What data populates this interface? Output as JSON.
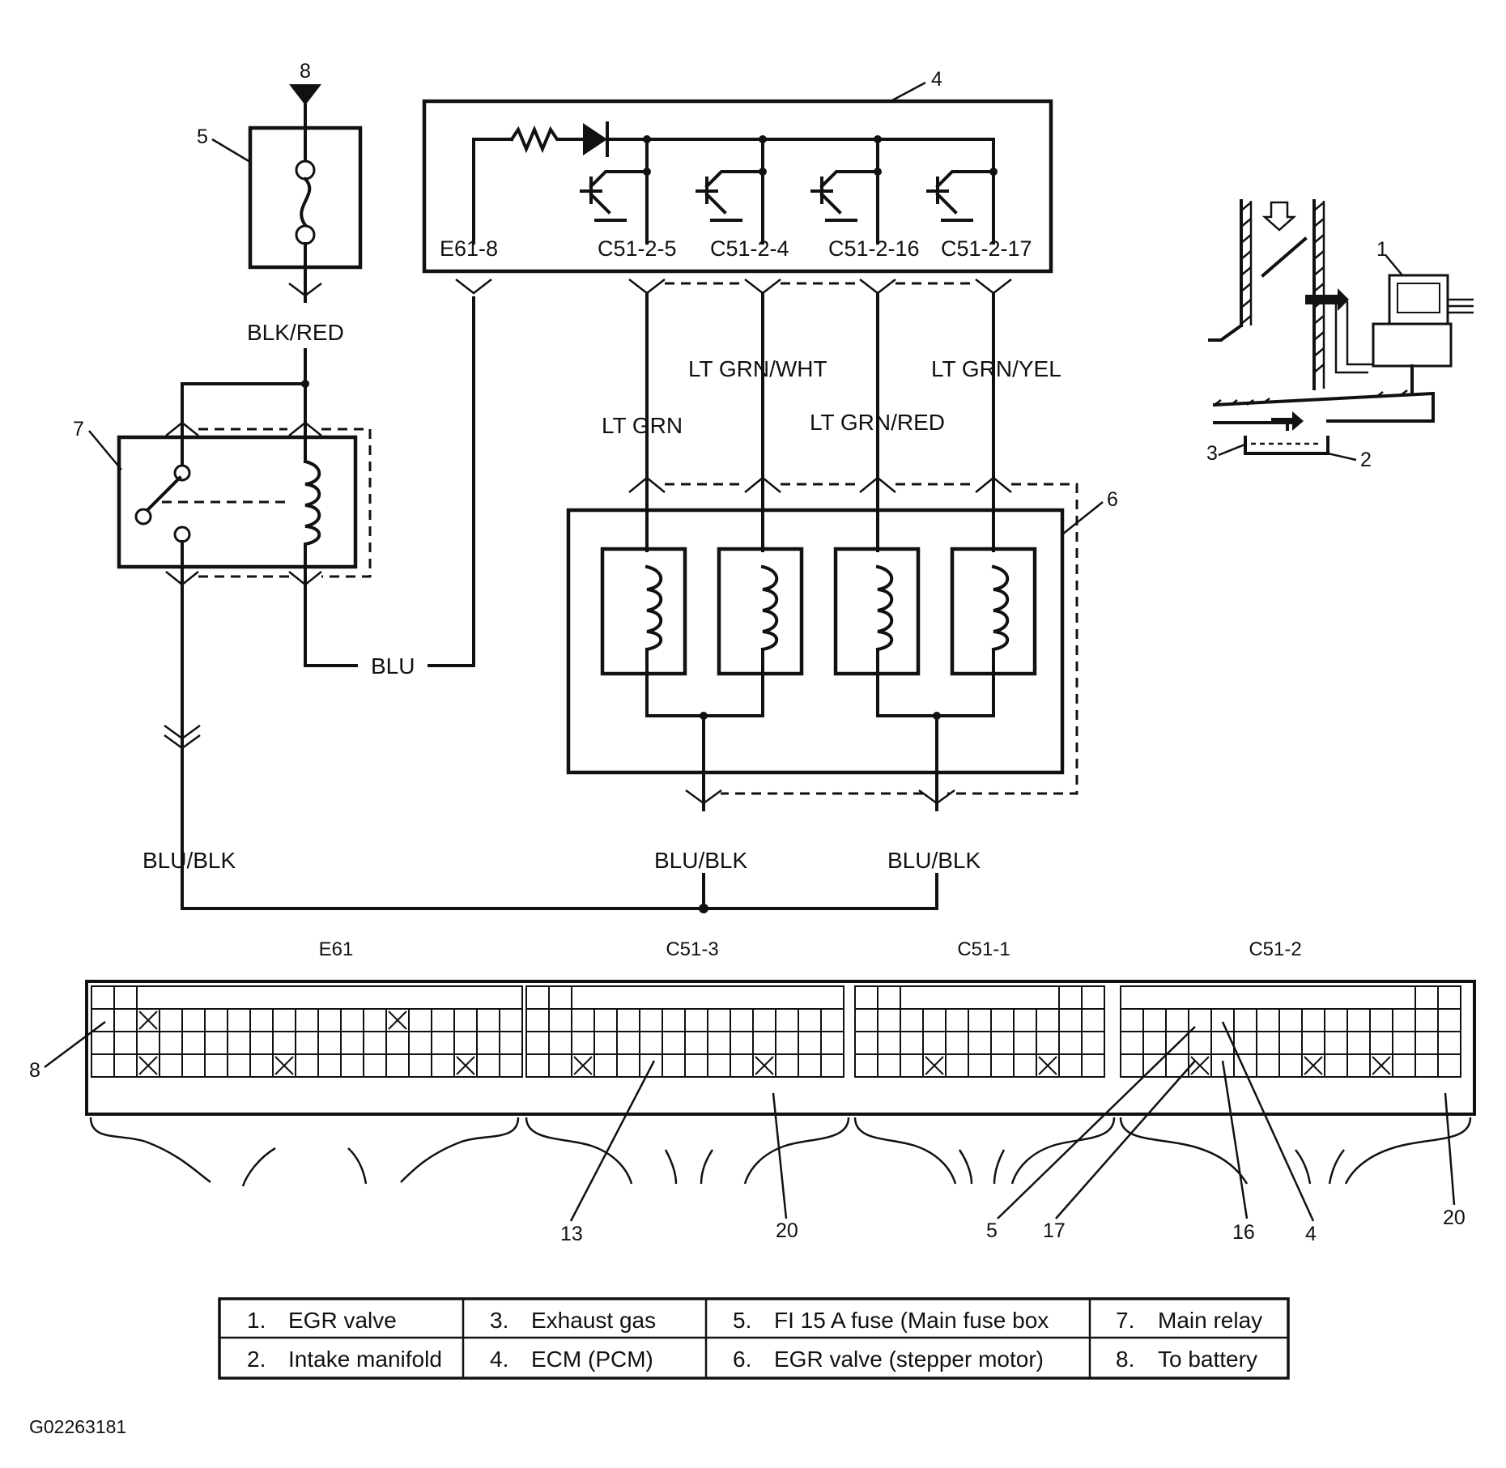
{
  "wires": {
    "blk_red": "BLK/RED",
    "blu": "BLU",
    "blu_blk_left": "BLU/BLK",
    "blu_blk_mid": "BLU/BLK",
    "blu_blk_right": "BLU/BLK",
    "lt_grn": "LT GRN",
    "lt_grn_wht": "LT GRN/WHT",
    "lt_grn_red": "LT GRN/RED",
    "lt_grn_yel": "LT GRN/YEL"
  },
  "ecm_pins": [
    "E61-8",
    "C51-2-5",
    "C51-2-4",
    "C51-2-16",
    "C51-2-17"
  ],
  "connectors": [
    "E61",
    "C51-3",
    "C51-1",
    "C51-2"
  ],
  "callouts": {
    "c8_top": "8",
    "c5": "5",
    "c4": "4",
    "c7": "7",
    "c6": "6",
    "c1": "1",
    "c2": "2",
    "c3": "3",
    "pin8": "8",
    "pin13": "13",
    "pin20a": "20",
    "pin5": "5",
    "pin17": "17",
    "pin16": "16",
    "pin4": "4",
    "pin20b": "20"
  },
  "legend": [
    [
      "1.",
      "EGR valve"
    ],
    [
      "3.",
      "Exhaust gas"
    ],
    [
      "5.",
      "FI 15 A fuse (Main fuse box"
    ],
    [
      "7.",
      "Main relay"
    ],
    [
      "2.",
      "Intake manifold"
    ],
    [
      "4.",
      "ECM (PCM)"
    ],
    [
      "6.",
      "EGR valve (stepper motor)"
    ],
    [
      "8.",
      "To battery"
    ]
  ],
  "figure_id": "G02263181"
}
